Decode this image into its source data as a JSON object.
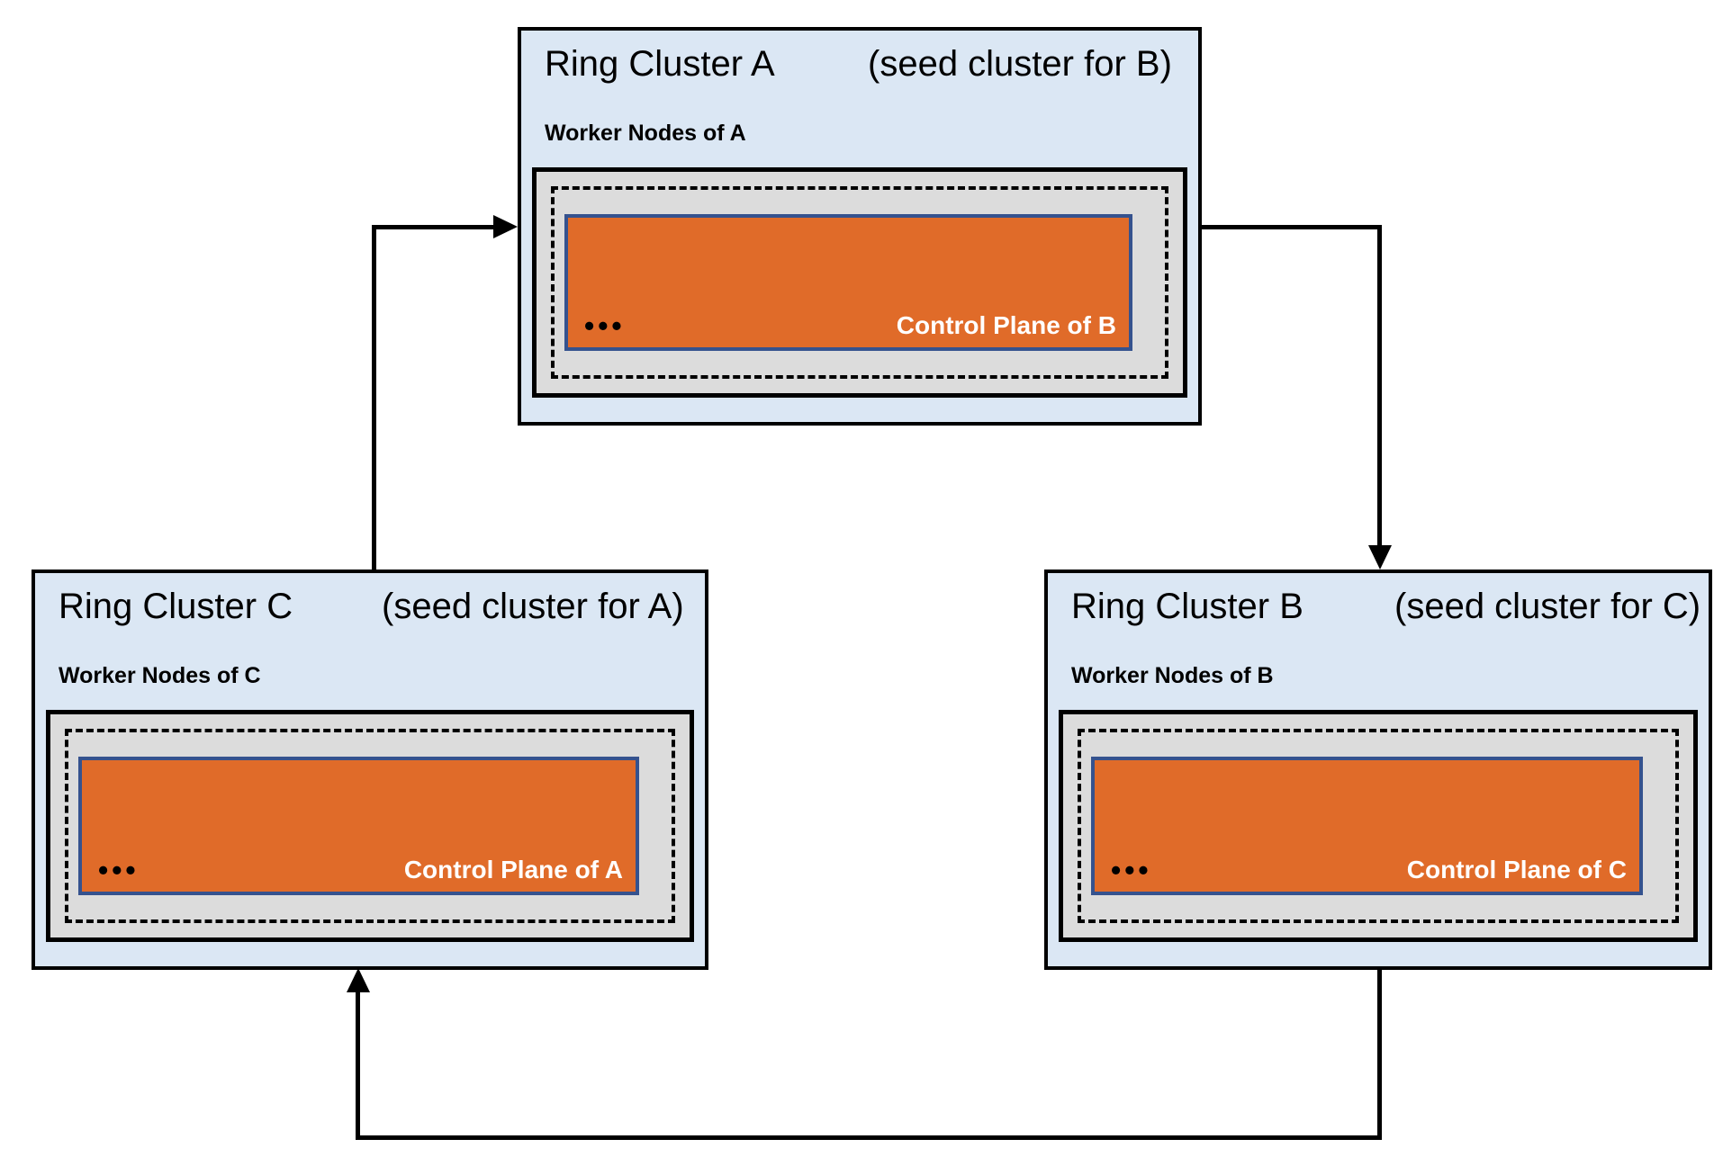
{
  "diagram": {
    "clusters": [
      {
        "id": "A",
        "title": "Ring Cluster A",
        "seed_note": "(seed cluster for B)",
        "worker_label": "Worker Nodes of A",
        "control_plane_label": "Control Plane of B",
        "dots": "•••"
      },
      {
        "id": "B",
        "title": "Ring Cluster B",
        "seed_note": "(seed cluster for C)",
        "worker_label": "Worker Nodes of B",
        "control_plane_label": "Control Plane of C",
        "dots": "•••"
      },
      {
        "id": "C",
        "title": "Ring Cluster C",
        "seed_note": "(seed cluster for A)",
        "worker_label": "Worker Nodes of C",
        "control_plane_label": "Control Plane of A",
        "dots": "•••"
      }
    ],
    "arrows": [
      {
        "from": "Ring Cluster C",
        "to": "Ring Cluster A"
      },
      {
        "from": "Ring Cluster A",
        "to": "Ring Cluster B"
      },
      {
        "from": "Ring Cluster B",
        "to": "Ring Cluster C"
      }
    ],
    "colors": {
      "cluster_fill": "#dbe7f4",
      "cluster_border": "#000000",
      "worker_box_fill": "#dcdcdc",
      "worker_box_border": "#000000",
      "control_plane_fill": "#e06b29",
      "control_plane_border": "#35528e",
      "control_plane_text": "#ffffff",
      "arrow": "#000000",
      "background": "#ffffff"
    }
  }
}
